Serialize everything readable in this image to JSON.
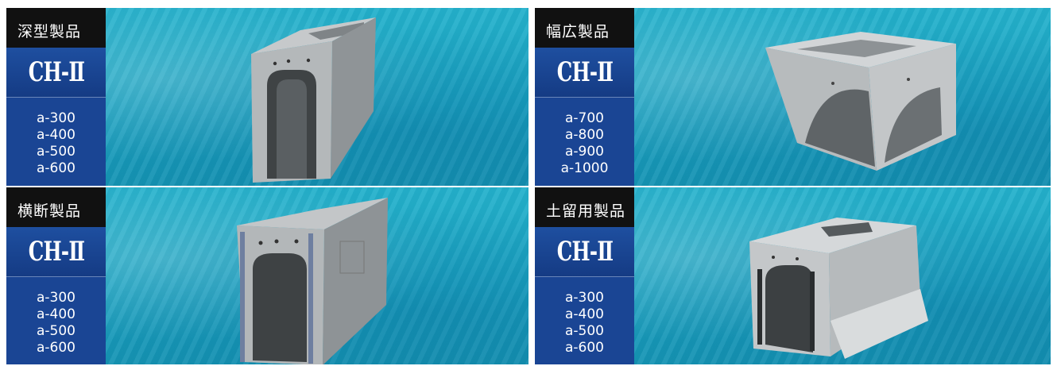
{
  "panels": [
    {
      "category": "深型製品",
      "model": "CH-Ⅱ",
      "sizes": [
        "a-300",
        "a-400",
        "a-500",
        "a-600"
      ]
    },
    {
      "category": "幅広製品",
      "model": "CH-Ⅱ",
      "sizes": [
        "a-700",
        "a-800",
        "a-900",
        "a-1000"
      ]
    },
    {
      "category": "横断製品",
      "model": "CH-Ⅱ",
      "sizes": [
        "a-300",
        "a-400",
        "a-500",
        "a-600"
      ]
    },
    {
      "category": "土留用製品",
      "model": "CH-Ⅱ",
      "sizes": [
        "a-300",
        "a-400",
        "a-500",
        "a-600"
      ]
    }
  ],
  "colors": {
    "water": "#1fa8c6",
    "category_bg": "#111111",
    "model_bg": "#1e4fa0",
    "concrete": "#a9adb0"
  }
}
